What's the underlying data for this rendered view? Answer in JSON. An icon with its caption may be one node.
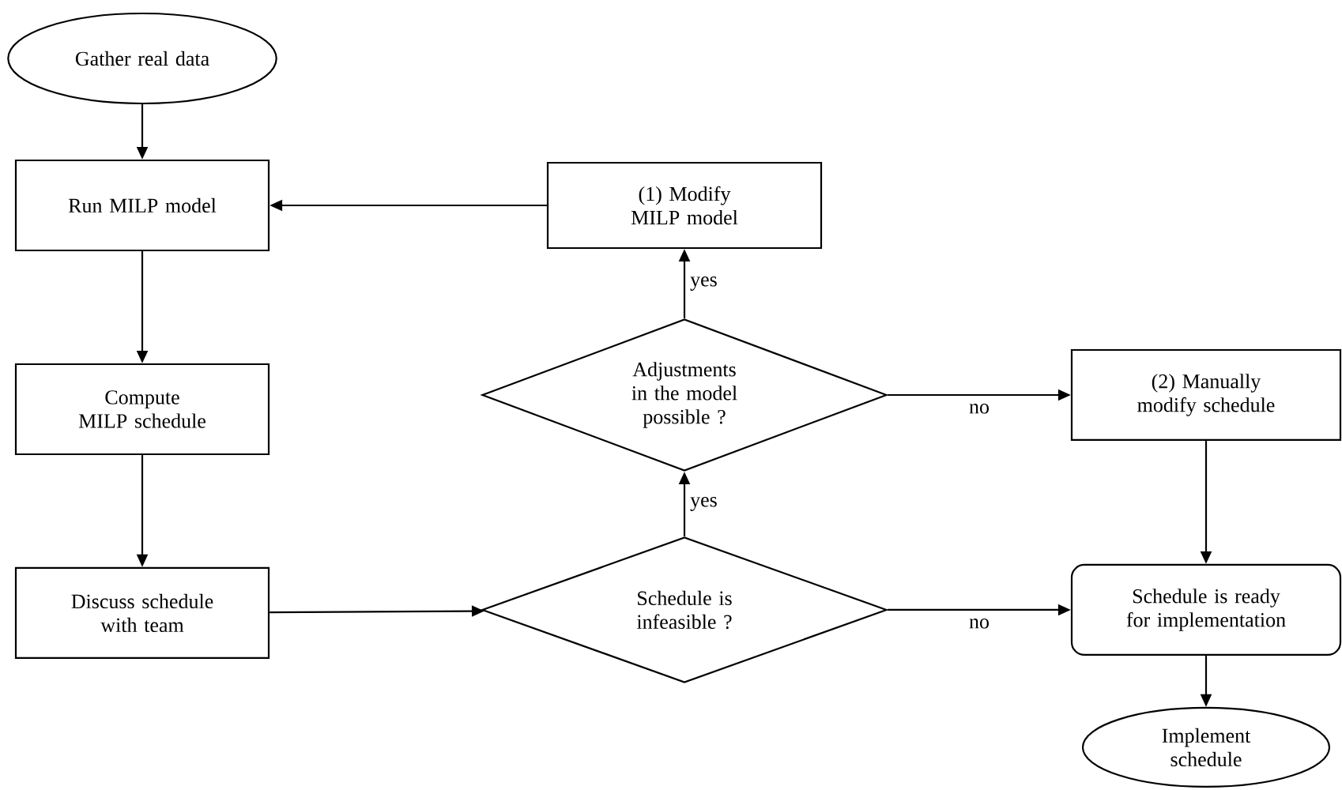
{
  "diagram": {
    "nodes": [
      {
        "text": [
          "Gather real data"
        ]
      },
      {
        "text": [
          "Run MILP model"
        ]
      },
      {
        "text": [
          "Compute MILP schedule"
        ]
      },
      {
        "text": [
          "Discuss schedule with team"
        ]
      },
      {
        "text": [
          "(1) Modify MILP model"
        ]
      },
      {
        "text": [
          "Adjustments in the model possible ?"
        ]
      },
      {
        "text": [
          "(2) Manually modify schedule"
        ]
      },
      {
        "text": [
          "Schedule is infeasible ?"
        ]
      },
      {
        "text": [
          "Schedule is ready for implementation"
        ]
      },
      {
        "text": [
          "Implement schedule"
        ]
      }
    ],
    "edges": [
      {
        "from": 0,
        "to": 1,
        "arrow": "to"
      },
      {
        "from": 1,
        "to": 2,
        "arrow": "to"
      },
      {
        "from": 2,
        "to": 3,
        "arrow": "to"
      },
      {
        "from": 4,
        "to": 1,
        "arrow": "to"
      },
      {
        "from": 3,
        "to": 7,
        "arrow": "to"
      },
      {
        "from": 7,
        "to": 5,
        "arrow": "to",
        "label": "yes"
      },
      {
        "from": 5,
        "to": 4,
        "arrow": "to",
        "label": "yes"
      },
      {
        "from": 5,
        "to": 6,
        "arrow": "to",
        "label": "no"
      },
      {
        "from": 7,
        "to": 8,
        "arrow": "to",
        "label": "no"
      },
      {
        "from": 6,
        "to": 8,
        "arrow": "to"
      },
      {
        "from": 8,
        "to": 9,
        "arrow": "to"
      }
    ]
  }
}
